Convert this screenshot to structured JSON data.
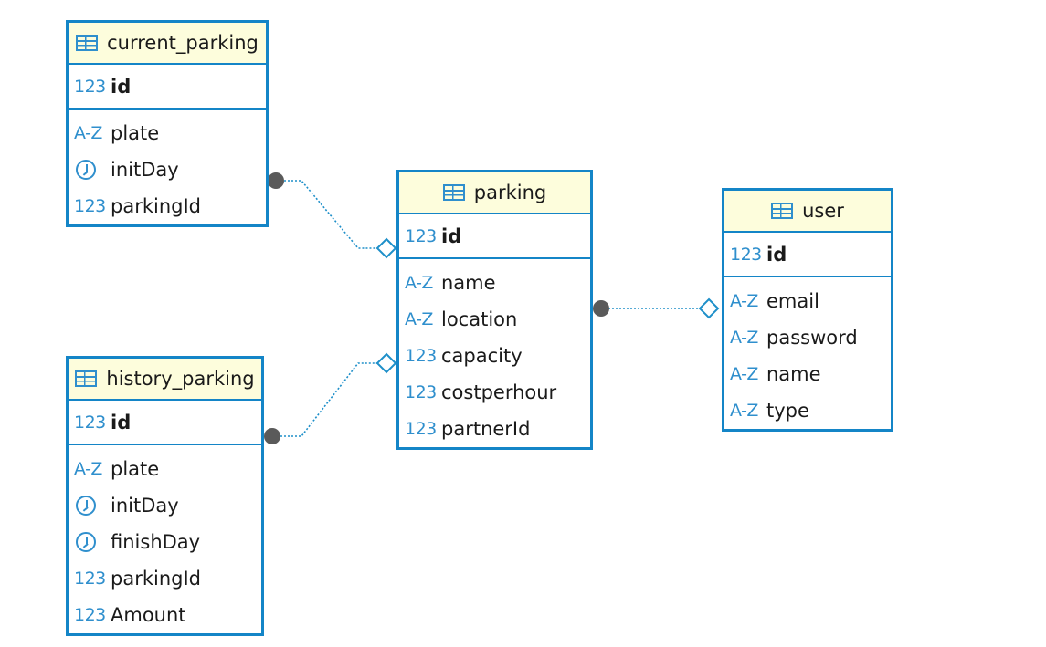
{
  "entities": {
    "current_parking": {
      "name": "current_parking",
      "pk": {
        "type": "123",
        "name": "id"
      },
      "columns": [
        {
          "type": "A-Z",
          "name": "plate"
        },
        {
          "type": "clock",
          "name": "initDay"
        },
        {
          "type": "123",
          "name": "parkingId"
        }
      ]
    },
    "history_parking": {
      "name": "history_parking",
      "pk": {
        "type": "123",
        "name": "id"
      },
      "columns": [
        {
          "type": "A-Z",
          "name": "plate"
        },
        {
          "type": "clock",
          "name": "initDay"
        },
        {
          "type": "clock",
          "name": "finishDay"
        },
        {
          "type": "123",
          "name": "parkingId"
        },
        {
          "type": "123",
          "name": "Amount"
        }
      ]
    },
    "parking": {
      "name": "parking",
      "pk": {
        "type": "123",
        "name": "id"
      },
      "columns": [
        {
          "type": "A-Z",
          "name": "name"
        },
        {
          "type": "A-Z",
          "name": "location"
        },
        {
          "type": "123",
          "name": "capacity"
        },
        {
          "type": "123",
          "name": "costperhour"
        },
        {
          "type": "123",
          "name": "partnerId"
        }
      ]
    },
    "user": {
      "name": "user",
      "pk": {
        "type": "123",
        "name": "id"
      },
      "columns": [
        {
          "type": "A-Z",
          "name": "email"
        },
        {
          "type": "A-Z",
          "name": "password"
        },
        {
          "type": "A-Z",
          "name": "name"
        },
        {
          "type": "A-Z",
          "name": "type"
        }
      ]
    }
  },
  "colors": {
    "border": "#1485c7",
    "header_bg": "#fdfddc",
    "icon": "#2f8fcd",
    "link": "#1e8fc9",
    "endpoint": "#5a5a5a"
  }
}
